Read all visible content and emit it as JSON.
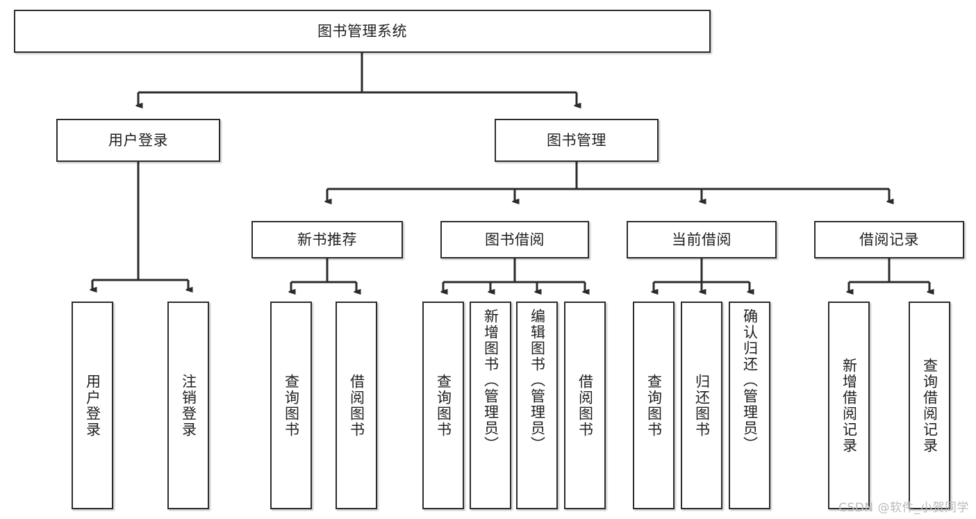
{
  "diagram": {
    "type": "tree-hierarchy",
    "title": "图书管理系统",
    "colors": {
      "box_border": "#2b2b2b",
      "box_fill": "#ffffff",
      "line": "#2b2b2b",
      "text": "#1f1f1f",
      "watermark": "#b9b9b9"
    },
    "root": {
      "label": "图书管理系统",
      "children": [
        {
          "label": "用户登录",
          "children": [
            {
              "label": "用户登录"
            },
            {
              "label": "注销登录"
            }
          ]
        },
        {
          "label": "图书管理",
          "children": [
            {
              "label": "新书推荐",
              "children": [
                {
                  "label": "查询图书"
                },
                {
                  "label": "借阅图书"
                }
              ]
            },
            {
              "label": "图书借阅",
              "children": [
                {
                  "label": "查询图书"
                },
                {
                  "label": "新增图书（管理员）"
                },
                {
                  "label": "编辑图书（管理员）"
                },
                {
                  "label": "借阅图书"
                }
              ]
            },
            {
              "label": "当前借阅",
              "children": [
                {
                  "label": "查询图书"
                },
                {
                  "label": "归还图书"
                },
                {
                  "label": "确认归还（管理员）"
                }
              ]
            },
            {
              "label": "借阅记录",
              "children": [
                {
                  "label": "新增借阅记录"
                },
                {
                  "label": "查询借阅记录"
                }
              ]
            }
          ]
        }
      ]
    }
  },
  "nodes": {
    "root": "图书管理系统",
    "l1_user_login": "用户登录",
    "l1_book_manage": "图书管理",
    "l2_new_book_rec": "新书推荐",
    "l2_book_borrow": "图书借阅",
    "l2_current_borrow": "当前借阅",
    "l2_borrow_record": "借阅记录",
    "leaf_user_login": "用户登录",
    "leaf_logout": "注销登录",
    "leaf_query_book_a": "查询图书",
    "leaf_borrow_book_a": "借阅图书",
    "leaf_query_book_b": "查询图书",
    "leaf_add_book": "新增图书（管理员）",
    "leaf_edit_book": "编辑图书（管理员）",
    "leaf_borrow_book_b": "借阅图书",
    "leaf_query_book_c": "查询图书",
    "leaf_return_book": "归还图书",
    "leaf_confirm_return": "确认归还（管理员）",
    "leaf_add_record": "新增借阅记录",
    "leaf_query_record": "查询借阅记录"
  },
  "watermark": {
    "text": "CSDN @软件_小贺同学"
  }
}
